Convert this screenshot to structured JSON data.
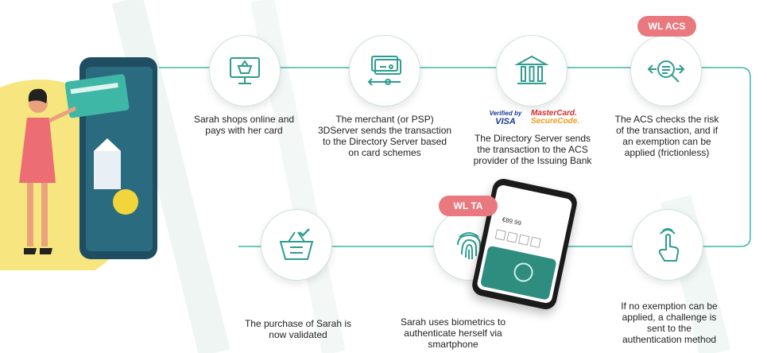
{
  "labels": {
    "wl_acs": "WL ACS",
    "wl_ta": "WL TA"
  },
  "steps": [
    {
      "text": "Sarah shops online and pays with her card",
      "icon": "shopping-basket-monitor-icon"
    },
    {
      "text": "The merchant (or PSP) 3DServer sends the transaction to the Directory Server based on card schemes",
      "icon": "card-transfer-icon"
    },
    {
      "text": "The Directory Server sends the transaction to the ACS provider of the Issuing Bank",
      "icon": "bank-icon"
    },
    {
      "text": "The ACS checks the risk of the transaction, and if an exemption can be applied (frictionless)",
      "icon": "risk-scan-icon"
    },
    {
      "text": "If no exemption can be applied, a challenge is sent to the authentication method",
      "icon": "touch-hand-icon"
    },
    {
      "text": "Sarah uses biometrics to authenticate herself via smartphone",
      "icon": "fingerprint-icon"
    },
    {
      "text": "The purchase of Sarah is now validated",
      "icon": "basket-check-icon"
    }
  ],
  "brands": {
    "verified_by": "Verified by",
    "visa": "VISA",
    "mastercard": "MasterCard.",
    "securecode": "SecureCode."
  },
  "phone": {
    "amount": "€89.99"
  },
  "colors": {
    "line": "#3fb7a6",
    "icon": "#2e9d8f",
    "pill": "#e9787f",
    "sun": "#f7e680"
  }
}
